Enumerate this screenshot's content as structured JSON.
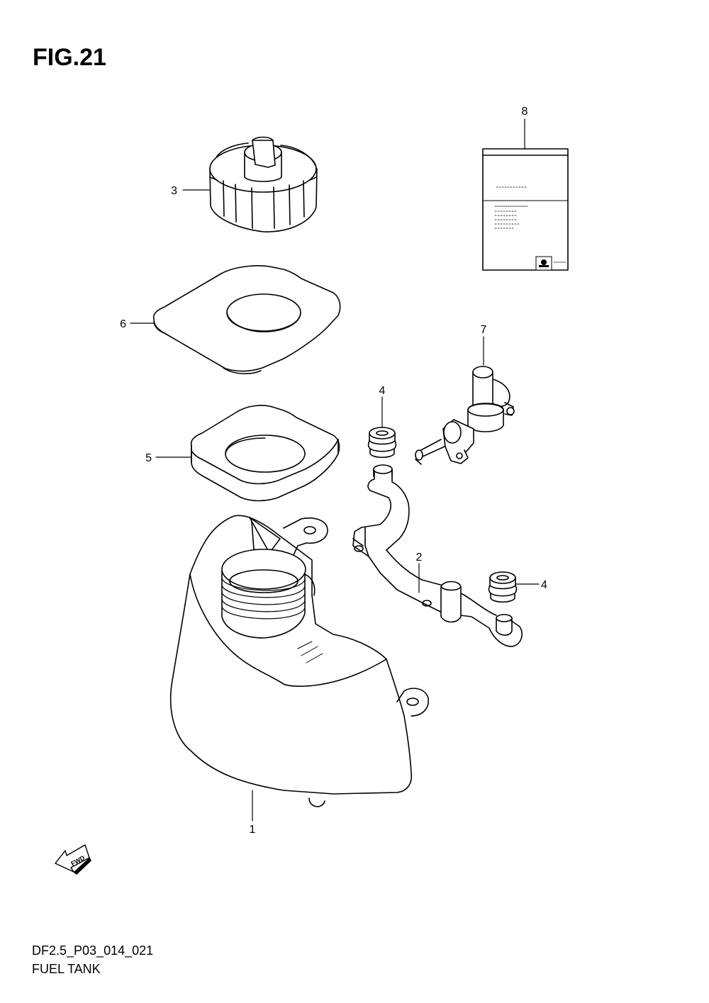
{
  "figure": {
    "title": "FIG.21",
    "drawing_code": "DF2.5_P03_014_021",
    "caption": "FUEL TANK",
    "fwd_label": "FWD"
  },
  "callouts": [
    {
      "id": "callout-1",
      "label": "1",
      "part": "fuel-tank"
    },
    {
      "id": "callout-2",
      "label": "2",
      "part": "fuel-tank-bracket"
    },
    {
      "id": "callout-3",
      "label": "3",
      "part": "fuel-tank-cap"
    },
    {
      "id": "callout-4a",
      "label": "4",
      "part": "grommet-upper"
    },
    {
      "id": "callout-4b",
      "label": "4",
      "part": "grommet-lower"
    },
    {
      "id": "callout-5",
      "label": "5",
      "part": "cap-seal"
    },
    {
      "id": "callout-6",
      "label": "6",
      "part": "cap-gasket"
    },
    {
      "id": "callout-7",
      "label": "7",
      "part": "fuel-cock"
    },
    {
      "id": "callout-8",
      "label": "8",
      "part": "instruction-card"
    }
  ]
}
